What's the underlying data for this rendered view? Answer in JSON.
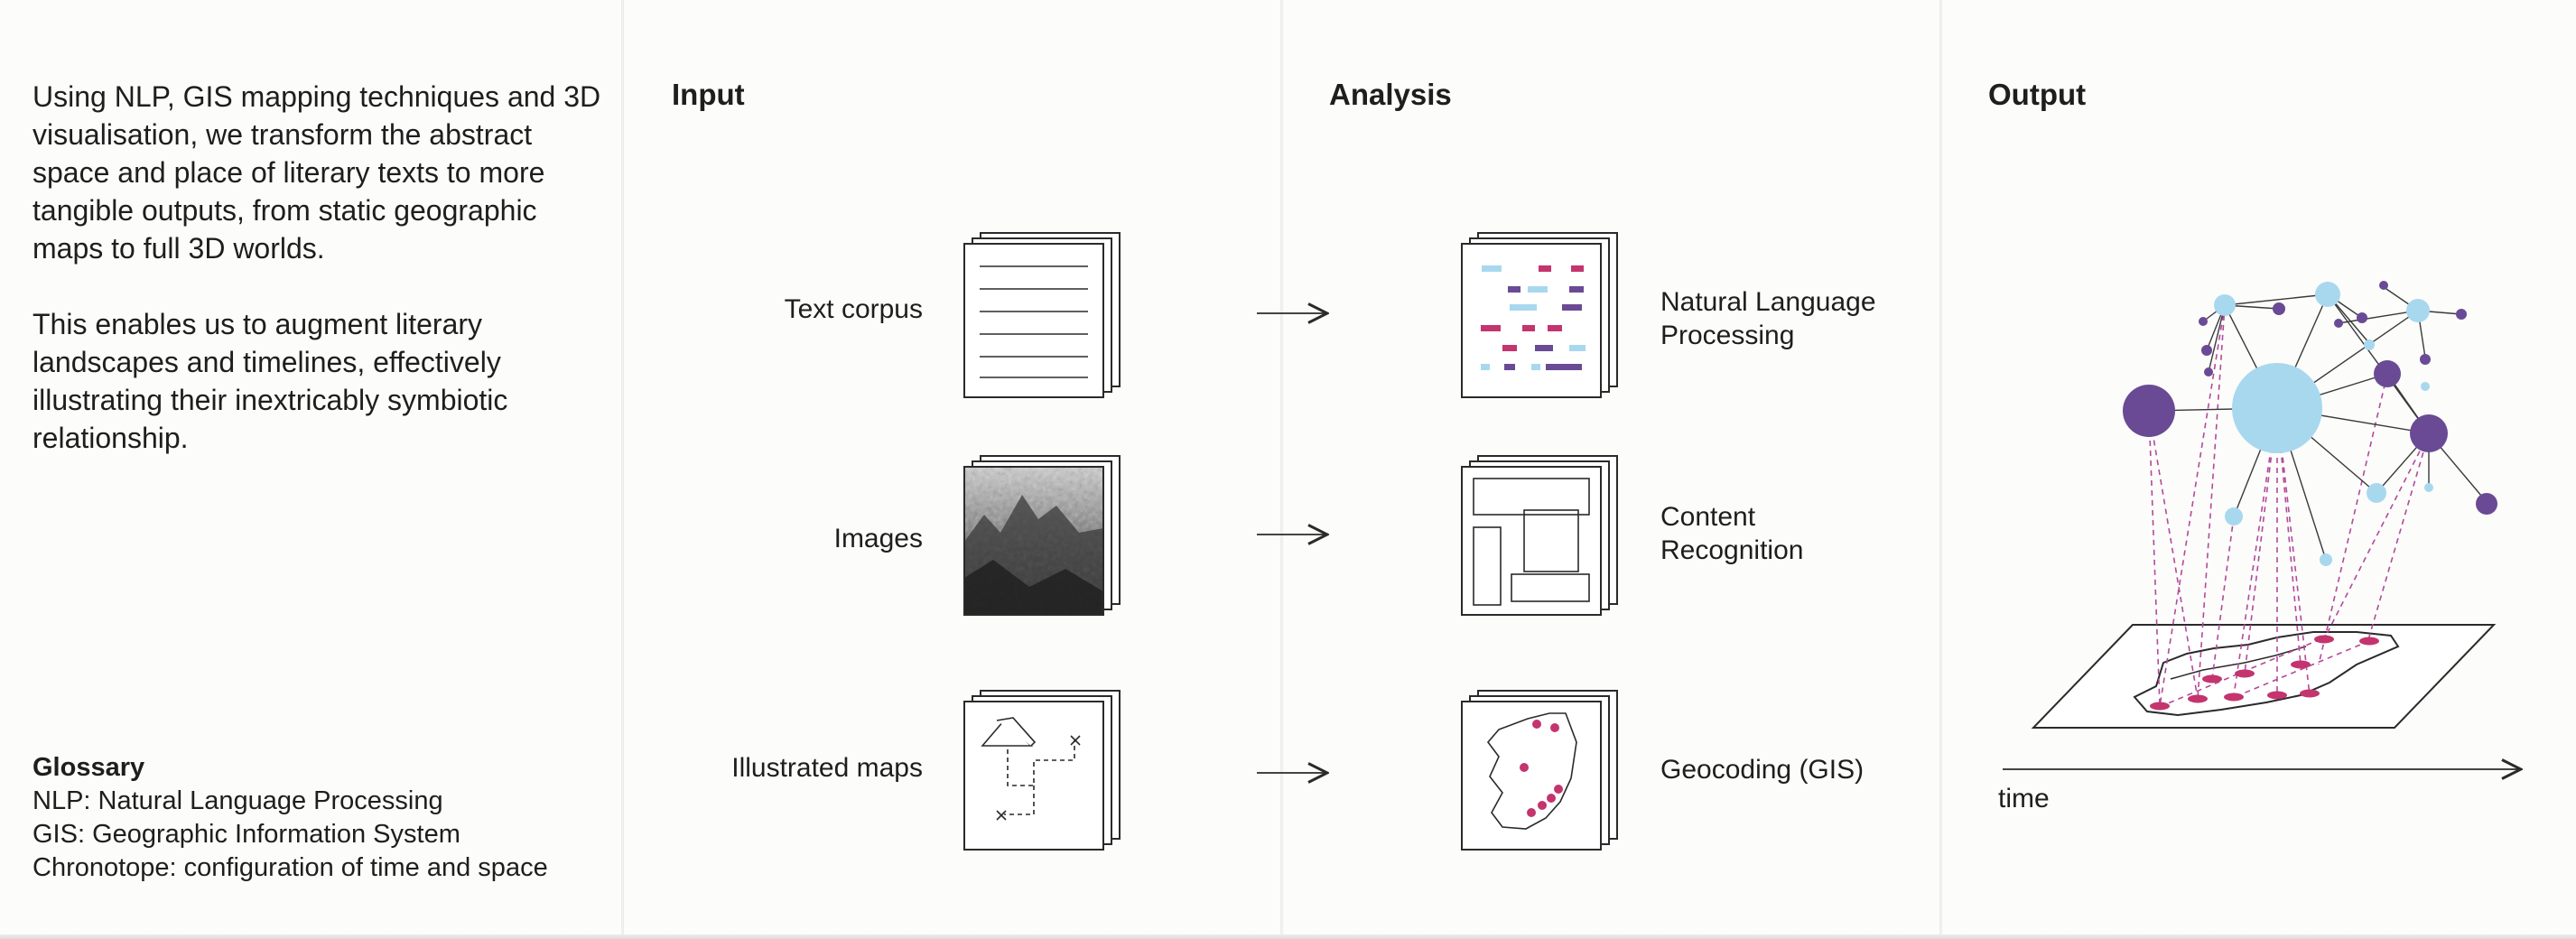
{
  "intro": {
    "paragraph_1": "Using NLP, GIS mapping techniques and 3D visualisation, we transform the abstract space and place of literary texts to more tangible outputs, from static geographic maps to full 3D worlds.",
    "paragraph_2": "This enables us to augment literary landscapes and timelines, effectively illustrating their inextricably symbiotic relationship."
  },
  "glossary": {
    "title": "Glossary",
    "entries": [
      "NLP: Natural Language Processing",
      "GIS: Geographic Information System",
      "Chronotope: configuration of time and space"
    ]
  },
  "columns": {
    "input": {
      "heading": "Input",
      "items": [
        "Text corpus",
        "Images",
        "Illustrated maps"
      ]
    },
    "analysis": {
      "heading": "Analysis",
      "items": [
        "Natural Language\nProcessing",
        "Content\nRecognition",
        "Geocoding (GIS)"
      ]
    },
    "output": {
      "heading": "Output",
      "axis_label": "time"
    }
  },
  "colors": {
    "light_blue": "#a8d8ee",
    "purple": "#6a4a94",
    "magenta": "#c4346e",
    "line": "#2a2a2a"
  },
  "icons": [
    "document-stack-icon",
    "image-stack-icon",
    "map-stack-icon",
    "nlp-stack-icon",
    "content-recognition-stack-icon",
    "geocoding-stack-icon",
    "arrow-right-icon",
    "network-graph-icon",
    "map-plane-icon",
    "time-axis-arrow-icon"
  ]
}
